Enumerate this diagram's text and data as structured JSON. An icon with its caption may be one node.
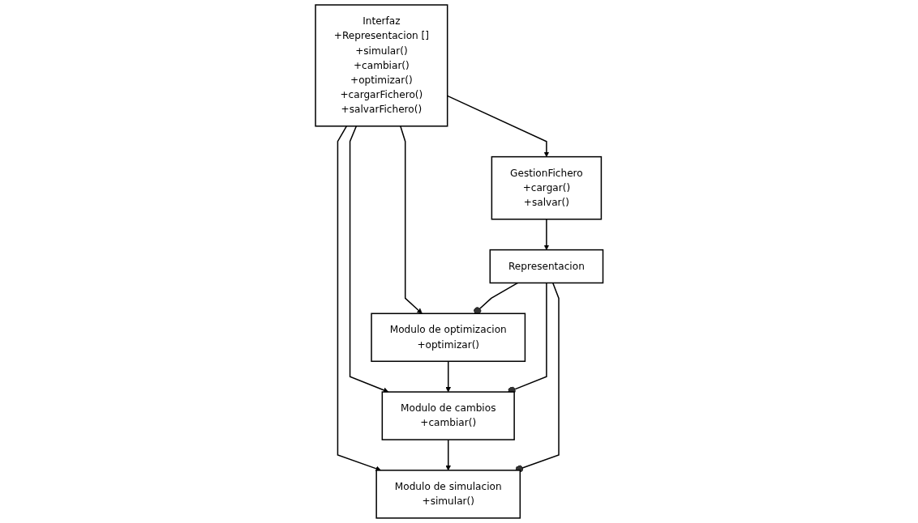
{
  "diagram": {
    "nodes": [
      {
        "text": [
          "Interfaz",
          "+Representacion []",
          "+simular()",
          "+cambiar()",
          "+optimizar()",
          "+cargarFichero()",
          "+salvarFichero()"
        ]
      },
      {
        "text": [
          "GestionFichero",
          "+cargar()",
          "+salvar()"
        ]
      },
      {
        "text": [
          "Modulo de simulacion",
          "+simular()"
        ]
      },
      {
        "text": [
          "Modulo de cambios",
          "+cambiar()"
        ]
      },
      {
        "text": [
          "Modulo de optimizacion",
          "+optimizar()"
        ]
      },
      {
        "text": [
          "Representacion"
        ]
      }
    ],
    "edges": [
      {
        "from": 0,
        "to": 1,
        "arrow": "to"
      },
      {
        "from": 0,
        "to": 2,
        "arrow": "to"
      },
      {
        "from": 0,
        "to": 3,
        "arrow": "to"
      },
      {
        "from": 0,
        "to": 4,
        "arrow": "to"
      },
      {
        "from": 3,
        "to": 2,
        "arrow": "to"
      },
      {
        "from": 4,
        "to": 3,
        "arrow": "to"
      },
      {
        "from": 5,
        "to": 2,
        "arrow": "other"
      },
      {
        "from": 5,
        "to": 3,
        "arrow": "other"
      },
      {
        "from": 5,
        "to": 4,
        "arrow": "other"
      },
      {
        "from": 1,
        "to": 5,
        "arrow": "to"
      }
    ]
  }
}
